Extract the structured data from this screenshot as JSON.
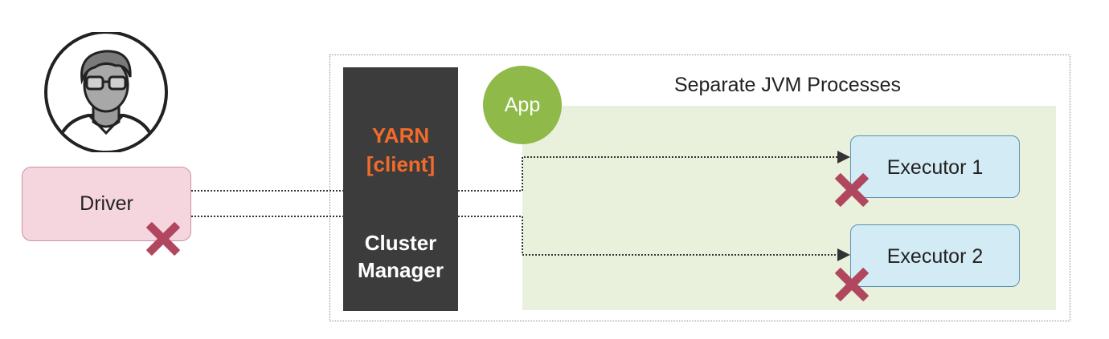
{
  "diagram": {
    "jvm_title": "Separate JVM Processes",
    "cluster_manager": {
      "mode_line1": "YARN",
      "mode_line2": "[client]",
      "name_line1": "Cluster",
      "name_line2": "Manager"
    },
    "app_label": "App",
    "driver_label": "Driver",
    "executors": [
      {
        "label": "Executor 1"
      },
      {
        "label": "Executor 2"
      }
    ],
    "user_icon": "user-with-glasses-icon",
    "failure_icon": "failure-x-icon",
    "colors": {
      "accent_orange": "#f26b2a",
      "app_green": "#8fba4a",
      "driver_pink": "#f5d6df",
      "executor_blue": "#d3ebf5",
      "failure_red": "#b0475f",
      "cluster_manager_dark": "#3c3c3c"
    }
  }
}
